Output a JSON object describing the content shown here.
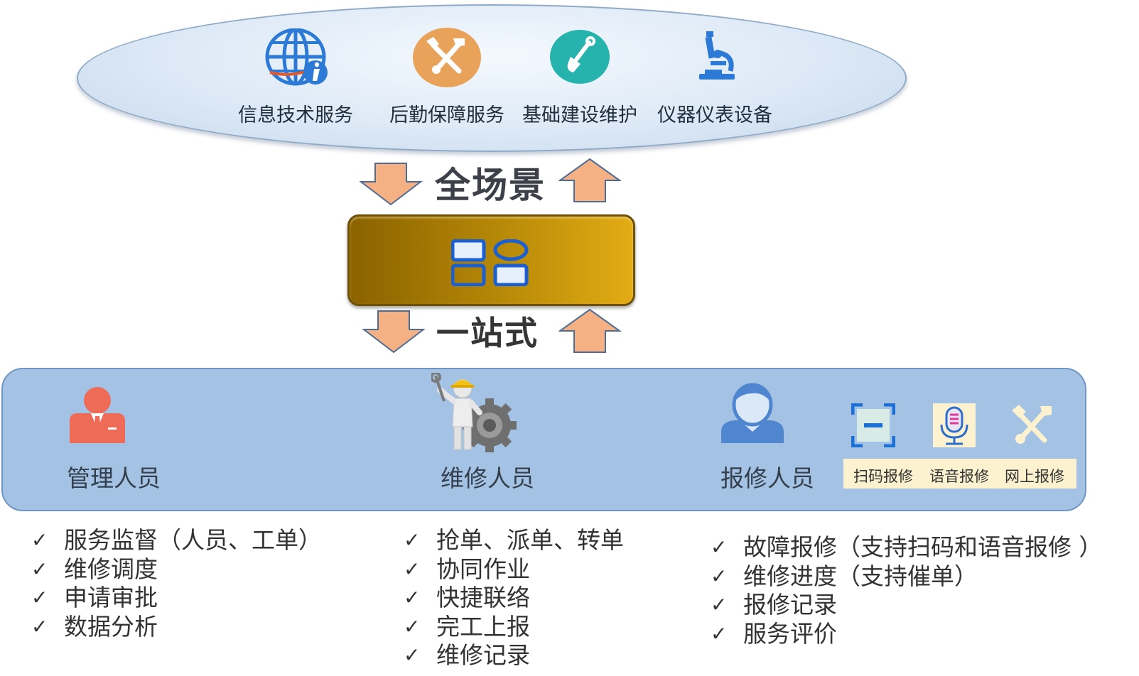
{
  "services": [
    {
      "label": "信息技术服务",
      "icon": "globe-info-icon"
    },
    {
      "label": "后勤保障服务",
      "icon": "tools-icon"
    },
    {
      "label": "基础建设维护",
      "icon": "shovel-icon"
    },
    {
      "label": "仪器仪表设备",
      "icon": "microscope-icon"
    }
  ],
  "scene_label": "全场景",
  "onestop_label": "一站式",
  "roles": [
    {
      "label": "管理人员",
      "icon": "manager-icon"
    },
    {
      "label": "维修人员",
      "icon": "repairman-gear-icon"
    },
    {
      "label": "报修人员",
      "icon": "reporter-icon"
    }
  ],
  "report_modes": [
    {
      "label": "扫码报修",
      "icon": "scan-code-icon"
    },
    {
      "label": "语音报修",
      "icon": "microphone-icon"
    },
    {
      "label": "网上报修",
      "icon": "tools-icon"
    }
  ],
  "feature_lists": [
    {
      "role": "管理人员",
      "check": "✓",
      "items": [
        "服务监督（人员、工单）",
        "维修调度",
        "申请审批",
        "数据分析"
      ]
    },
    {
      "role": "维修人员",
      "check": "✓",
      "items": [
        "抢单、派单、转单",
        "协同作业",
        "快捷联络",
        "完工上报",
        "维修记录"
      ]
    },
    {
      "role": "报修人员",
      "check": "✓",
      "items": [
        "故障报修（支持扫码和语音报修 ）",
        "维修进度（支持催单）",
        "报修记录",
        "服务评价"
      ]
    }
  ],
  "colors": {
    "arrow_fill": "#f5b183",
    "arrow_stroke": "#4e6d96",
    "gold_light": "#e3ac15",
    "gold_dark": "#8a6200",
    "band_fill": "#a4c3e4",
    "manager_red": "#ee6b58",
    "tools_orange": "#e9a25a",
    "shovel_teal": "#27b3ad",
    "icon_blue": "#2c7ad6"
  }
}
